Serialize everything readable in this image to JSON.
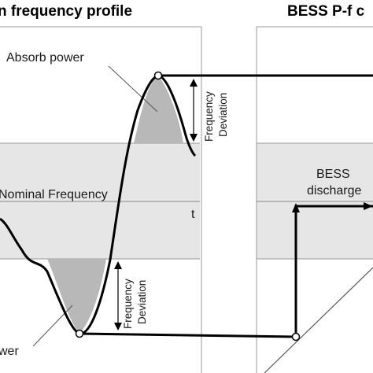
{
  "left_panel": {
    "title": "n frequency profile",
    "absorb_label": "Absorb power",
    "nominal_label": "Nominal Frequency",
    "time_label": "t",
    "deviation_top": [
      "Frequency",
      "Deviation"
    ],
    "deviation_bottom": [
      "Frequency",
      "Deviation"
    ],
    "release_label_fragment": "wer"
  },
  "right_panel": {
    "title": "BESS P-f c",
    "discharge_label": [
      "BESS",
      "discharge"
    ]
  },
  "colors": {
    "band": "#e6e6e6",
    "shade": "#b8b8b8",
    "line": "#000000",
    "frame": "#9a9a9a"
  }
}
